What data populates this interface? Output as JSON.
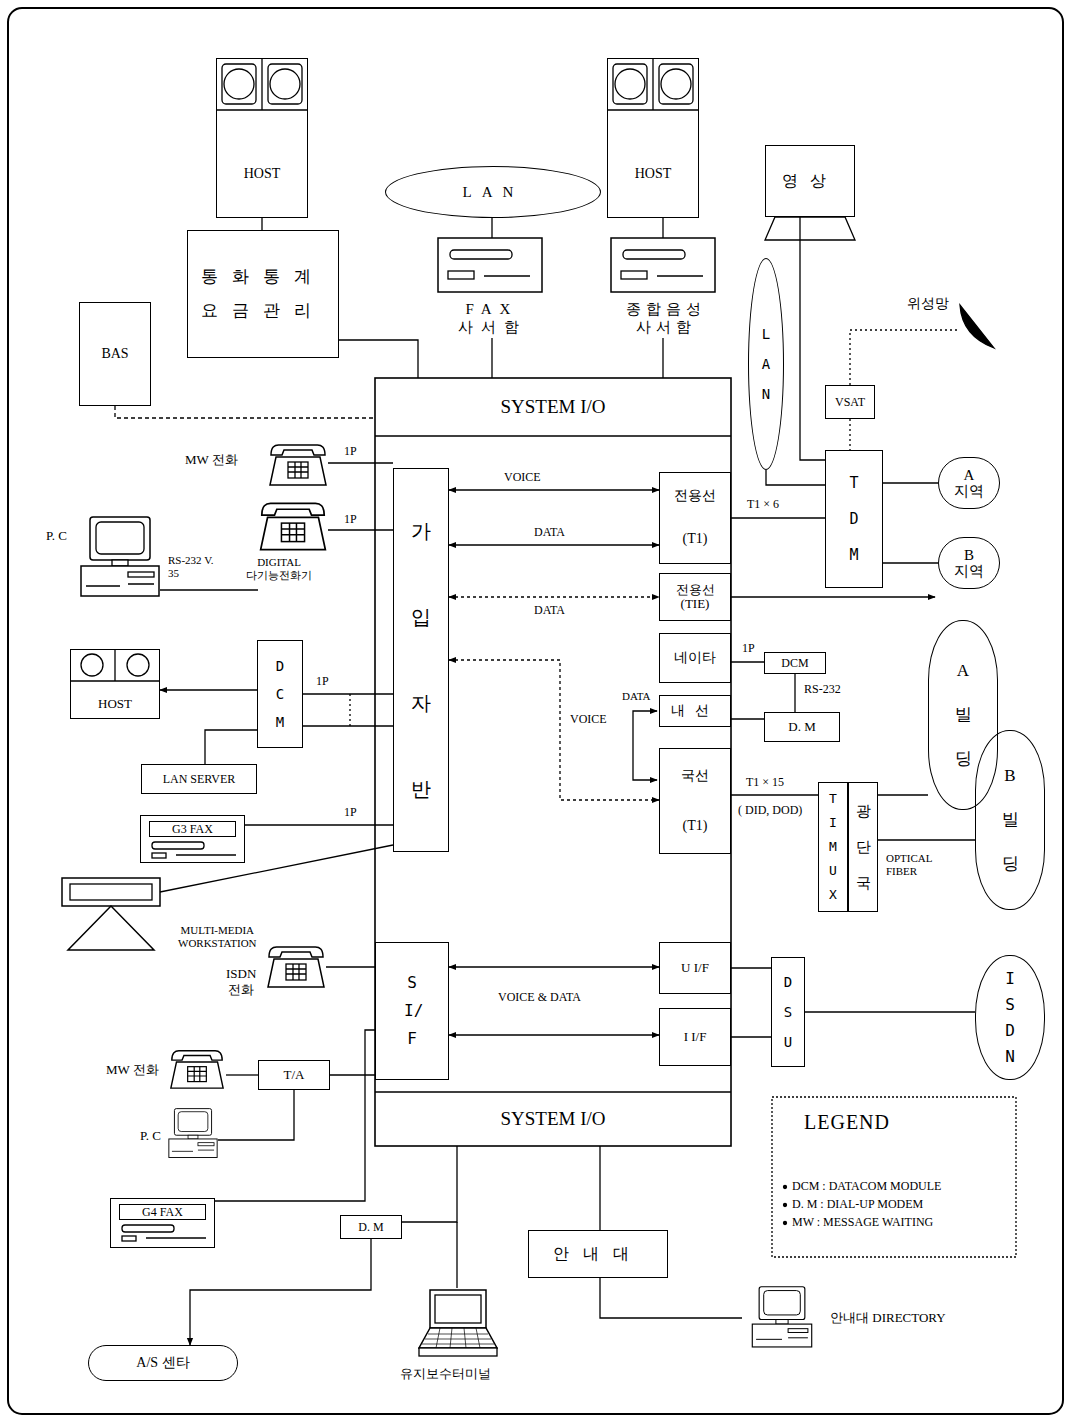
{
  "diagram": {
    "nodes": [
      {
        "text": [
          "HOST"
        ]
      },
      {
        "text": [
          "LAN"
        ]
      },
      {
        "text": [
          "HOST"
        ]
      },
      {
        "text": [
          "영상"
        ]
      },
      {
        "text": [
          "통화통계 요금관리"
        ]
      },
      {
        "text": [
          "FAX 사서함"
        ]
      },
      {
        "text": [
          "종합음성 사서함"
        ]
      },
      {
        "text": [
          "BAS"
        ]
      },
      {
        "text": [
          "LAN"
        ]
      },
      {
        "text": [
          "SYSTEM I/O"
        ]
      },
      {
        "text": [
          "VSAT"
        ]
      },
      {
        "text": [
          "가입자반"
        ]
      },
      {
        "text": [
          "전용선",
          "(T1)"
        ]
      },
      {
        "text": [
          "TDM"
        ]
      },
      {
        "text": [
          "A 지역"
        ]
      },
      {
        "text": [
          "B 지역"
        ]
      },
      {
        "text": [
          "전용선 (TIE)"
        ]
      },
      {
        "text": [
          "HOST"
        ]
      },
      {
        "text": [
          "DCM"
        ]
      },
      {
        "text": [
          "네이타"
        ]
      },
      {
        "text": [
          "DCM"
        ]
      },
      {
        "text": [
          "A 빌딩"
        ]
      },
      {
        "text": [
          "내선"
        ]
      },
      {
        "text": [
          "D. M"
        ]
      },
      {
        "text": [
          "LAN SERVER"
        ]
      },
      {
        "text": [
          "국선",
          "(T1)"
        ]
      },
      {
        "text": [
          "TIMUX"
        ]
      },
      {
        "text": [
          "광단국"
        ]
      },
      {
        "text": [
          "B 빌딩"
        ]
      },
      {
        "text": [
          "G3 FAX"
        ]
      },
      {
        "text": [
          "SI/F"
        ]
      },
      {
        "text": [
          "U I/F"
        ]
      },
      {
        "text": [
          "I I/F"
        ]
      },
      {
        "text": [
          "DSU"
        ]
      },
      {
        "text": [
          "ISDN"
        ]
      },
      {
        "text": [
          "T/A"
        ]
      },
      {
        "text": [
          "SYSTEM I/O"
        ]
      },
      {
        "text": [
          "G4 FAX"
        ]
      },
      {
        "text": [
          "D. M"
        ]
      },
      {
        "text": [
          "안내대"
        ]
      },
      {
        "text": [
          "A/S 센타"
        ]
      }
    ],
    "edges": [
      {
        "from": 0,
        "to": 4,
        "arrow": "none"
      },
      {
        "from": 4,
        "to": 9,
        "arrow": "none"
      },
      {
        "from": 1,
        "to": 5,
        "arrow": "none"
      },
      {
        "from": 5,
        "to": 9,
        "arrow": "none"
      },
      {
        "from": 2,
        "to": 6,
        "arrow": "none"
      },
      {
        "from": 6,
        "to": 9,
        "arrow": "none"
      },
      {
        "from": 7,
        "to": 9,
        "arrow": "none"
      },
      {
        "from": 3,
        "to": 13,
        "arrow": "none"
      },
      {
        "from": 8,
        "to": 13,
        "arrow": "none"
      },
      {
        "from": 10,
        "to": 13,
        "arrow": "none"
      },
      {
        "from": 13,
        "to": 14,
        "arrow": "none"
      },
      {
        "from": 13,
        "to": 15,
        "arrow": "none"
      },
      {
        "from": 11,
        "to": 12,
        "arrow": "both",
        "label": "VOICE"
      },
      {
        "from": 11,
        "to": 12,
        "arrow": "both",
        "label": "DATA"
      },
      {
        "from": 11,
        "to": 16,
        "arrow": "both",
        "label": "DATA"
      },
      {
        "from": 11,
        "to": 25,
        "arrow": "both",
        "label": "VOICE"
      },
      {
        "from": 12,
        "to": 13,
        "arrow": "none",
        "label": "T1 × 6"
      },
      {
        "from": 19,
        "to": 20,
        "arrow": "none",
        "label": "1P"
      },
      {
        "from": 20,
        "to": 23,
        "arrow": "none",
        "label": "RS-232"
      },
      {
        "from": 22,
        "to": 23,
        "arrow": "none"
      },
      {
        "from": 25,
        "to": 26,
        "arrow": "none",
        "label": "T1 × 15"
      },
      {
        "from": 27,
        "to": 21,
        "arrow": "none"
      },
      {
        "from": 27,
        "to": 28,
        "arrow": "none"
      },
      {
        "from": 18,
        "to": 17,
        "arrow": "to"
      },
      {
        "from": 24,
        "to": 18,
        "arrow": "none"
      },
      {
        "from": 18,
        "to": 11,
        "arrow": "none",
        "label": "1P"
      },
      {
        "from": 29,
        "to": 11,
        "arrow": "none",
        "label": "1P"
      },
      {
        "from": 35,
        "to": 30,
        "arrow": "none"
      },
      {
        "from": 37,
        "to": 30,
        "arrow": "none"
      },
      {
        "from": 30,
        "to": 31,
        "arrow": "both",
        "label": "VOICE & DATA"
      },
      {
        "from": 30,
        "to": 32,
        "arrow": "both"
      },
      {
        "from": 31,
        "to": 33,
        "arrow": "none"
      },
      {
        "from": 32,
        "to": 33,
        "arrow": "none"
      },
      {
        "from": 33,
        "to": 34,
        "arrow": "none"
      },
      {
        "from": 36,
        "to": 38,
        "arrow": "none"
      },
      {
        "from": 38,
        "to": 40,
        "arrow": "to"
      },
      {
        "from": 36,
        "to": 39,
        "arrow": "none"
      }
    ],
    "labels": [
      "위성망",
      "MW 전화",
      "1P",
      "P. C",
      "RS-232 V. 35",
      "1P",
      "DIGITAL 다기능전화기",
      "DATA",
      "( DID, DOD)",
      "OPTICAL FIBER",
      "MULTI-MEDIA WORKSTATION",
      "ISDN 전화",
      "MW 전화",
      "P. C",
      "유지보수터미널",
      "안내대 DIRECTORY",
      "LEGEND"
    ],
    "legend": [
      {
        "text": "DCM : DATACOM MODULE"
      },
      {
        "text": "D. M : DIAL-UP MODEM"
      },
      {
        "text": "MW : MESSAGE WAITING"
      }
    ]
  }
}
